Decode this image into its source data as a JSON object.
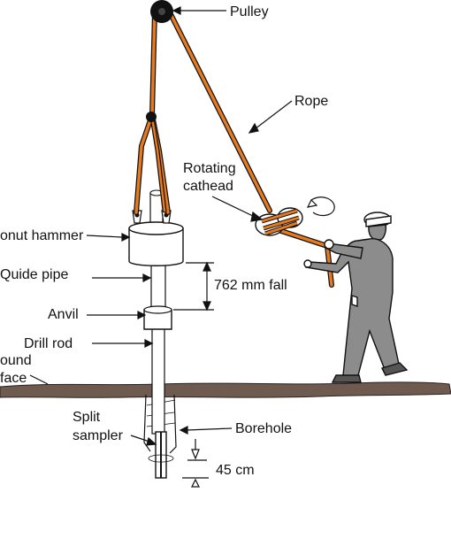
{
  "labels": {
    "pulley": "Pulley",
    "rope": "Rope",
    "rotating_cathead_line1": "Rotating",
    "rotating_cathead_line2": "cathead",
    "donut_hammer": "onut hammer",
    "guide_pipe": "Quide pipe",
    "fall": "762 mm fall",
    "anvil": "Anvil",
    "drill_rod": "Drill rod",
    "ground_surface_line1": "ound",
    "ground_surface_line2": "face",
    "split_sampler_line1": "Split",
    "split_sampler_line2": "sampler",
    "borehole": "Borehole",
    "depth": "45 cm"
  },
  "colors": {
    "rope": "#e87a1e",
    "ground": "#6e5a4e",
    "worker": "#8c8c8c",
    "outline": "#111111"
  }
}
